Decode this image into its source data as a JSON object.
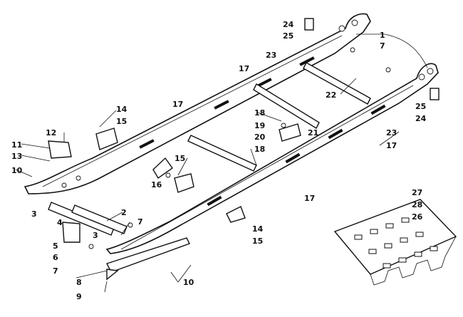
{
  "diagram": {
    "callouts": {
      "c1": "1",
      "c2": "2",
      "c3a": "3",
      "c3b": "3",
      "c4": "4",
      "c5": "5",
      "c6": "6",
      "c7a": "7",
      "c7b": "7",
      "c7c": "7",
      "c8": "8",
      "c9": "9",
      "c10a": "10",
      "c10b": "10",
      "c11": "11",
      "c12": "12",
      "c13": "13",
      "c14a": "14",
      "c14b": "14",
      "c15a": "15",
      "c15b": "15",
      "c15c": "15",
      "c16": "16",
      "c17a": "17",
      "c17b": "17",
      "c17c": "17",
      "c17d": "17",
      "c18a": "18",
      "c18b": "18",
      "c19": "19",
      "c20": "20",
      "c21": "21",
      "c22": "22",
      "c23a": "23",
      "c23b": "23",
      "c24a": "24",
      "c24b": "24",
      "c25a": "25",
      "c25b": "25",
      "c26": "26",
      "c27": "27",
      "c28": "28"
    }
  }
}
